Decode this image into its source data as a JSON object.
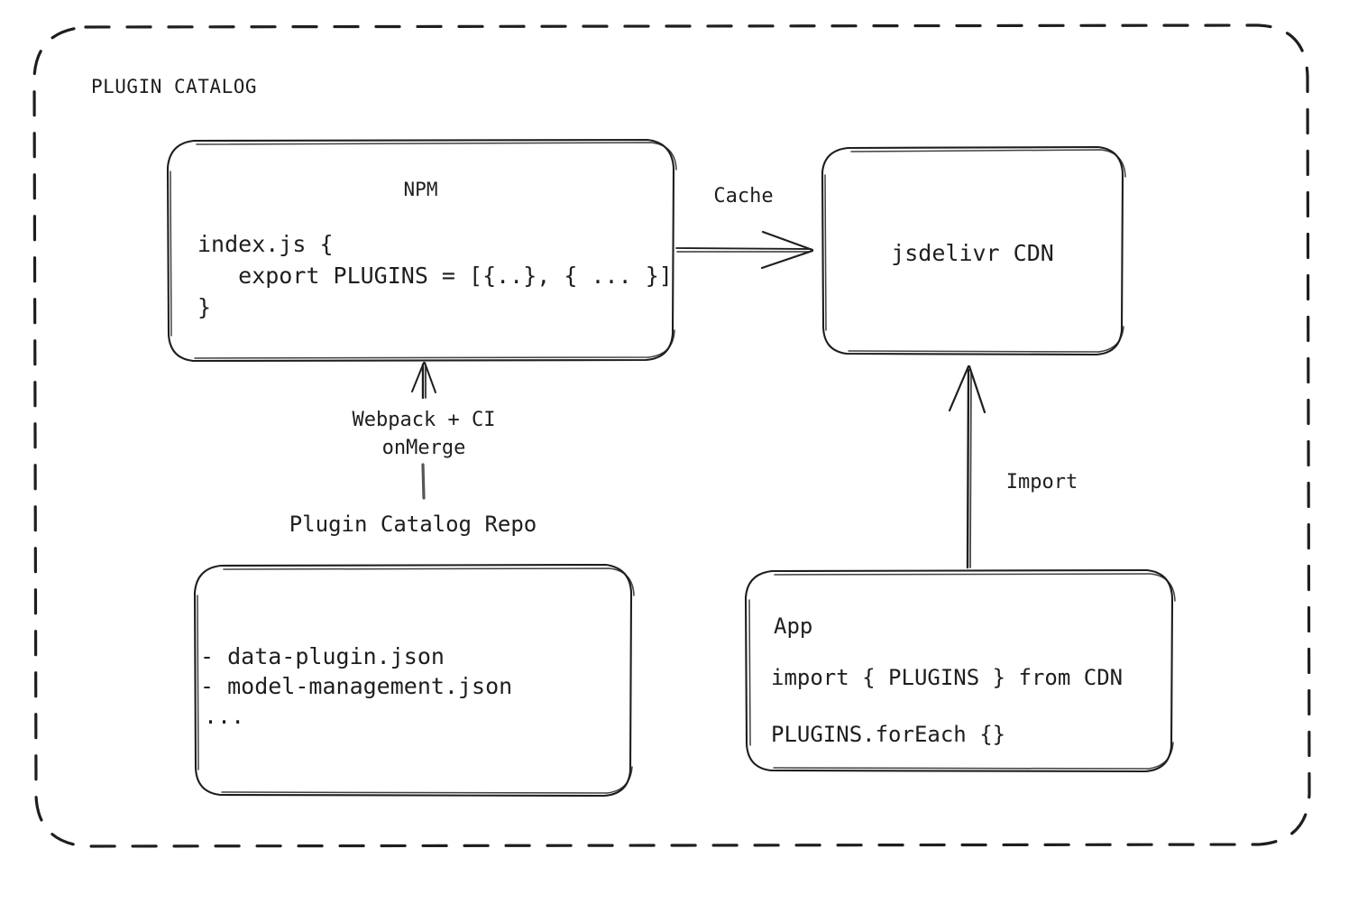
{
  "diagram": {
    "type": "architecture-flow",
    "title": "PLUGIN CATALOG",
    "style": "hand-drawn-sketch",
    "stroke_color": "#1e1e1e",
    "background_color": "#ffffff",
    "container": {
      "label": "PLUGIN CATALOG",
      "border": "dashed"
    },
    "nodes": {
      "npm": {
        "title": "NPM",
        "code_lines": [
          "index.js {",
          "   export PLUGINS = [{..}, { ... }]",
          "}"
        ]
      },
      "cdn": {
        "title": "jsdelivr CDN"
      },
      "repo": {
        "caption": "Plugin Catalog Repo",
        "items": [
          "- data-plugin.json",
          "- model-management.json",
          "..."
        ]
      },
      "app": {
        "title": "App",
        "code_lines": [
          "import { PLUGINS } from CDN",
          "PLUGINS.forEach {}"
        ]
      }
    },
    "edges": {
      "cache": {
        "label": "Cache",
        "from": "npm",
        "to": "cdn",
        "direction": "right"
      },
      "build": {
        "label_line1": "Webpack + CI",
        "label_line2": "onMerge",
        "from": "repo",
        "to": "npm",
        "direction": "up"
      },
      "import": {
        "label": "Import",
        "from": "app",
        "to": "cdn",
        "direction": "up"
      }
    }
  }
}
